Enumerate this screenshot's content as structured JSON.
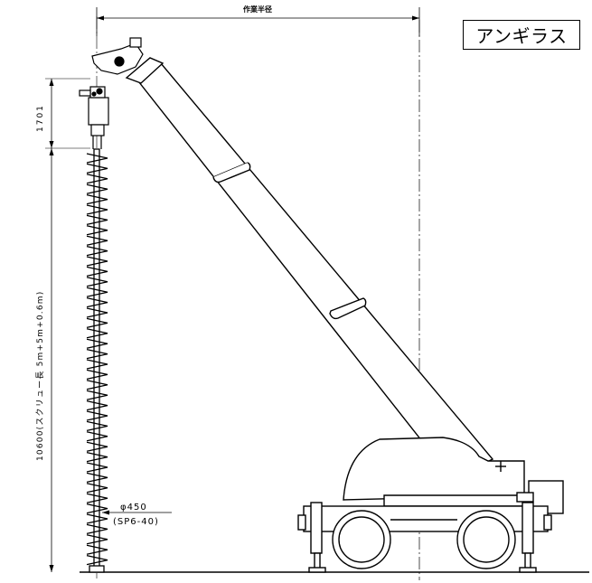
{
  "title_box": "アンギラス",
  "dims": {
    "working_radius": "作業半径",
    "head_height": "1701",
    "screw_length": "10600(スクリュー長 5m+5m+0.6m)",
    "diameter": "φ450",
    "model": "(SP6-40)"
  },
  "colors": {
    "line": "#000000",
    "background": "#ffffff"
  }
}
